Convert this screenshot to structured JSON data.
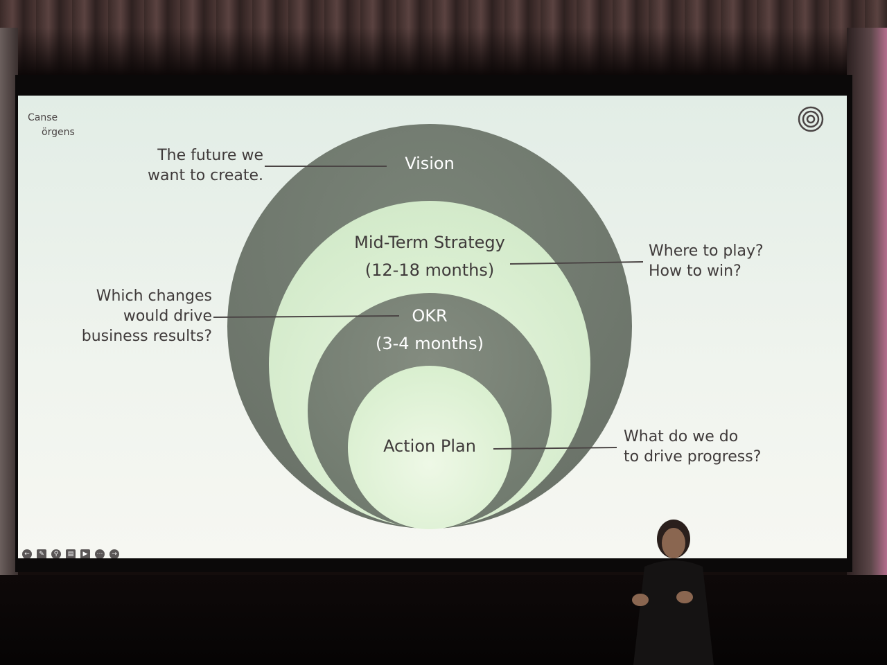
{
  "slide": {
    "logo": {
      "line1": "Canse",
      "line2": "örgens"
    },
    "layers": [
      {
        "label": "Vision",
        "detail": ""
      },
      {
        "label": "Mid-Term Strategy",
        "detail": "(12-18 months)"
      },
      {
        "label": "OKR",
        "detail": "(3-4 months)"
      },
      {
        "label": "Action Plan",
        "detail": ""
      }
    ],
    "annotations": {
      "vision": [
        "The future we",
        "want to create."
      ],
      "strategy": [
        "Where to play?",
        "How to win?"
      ],
      "okr": [
        "Which changes",
        "would drive",
        "business results?"
      ],
      "action": [
        "What do we do",
        "to drive progress?"
      ]
    },
    "colors": {
      "outer_ring": "#717a70",
      "strategy_ring": "#d8efd0",
      "okr_ring": "#7a8378",
      "action_core": "#e4f4dc"
    }
  },
  "presenter_toolbar": {
    "icons": [
      "back-icon",
      "pen-icon",
      "zoom-icon",
      "captions-icon",
      "camera-icon",
      "more-icon",
      "forward-icon"
    ]
  }
}
